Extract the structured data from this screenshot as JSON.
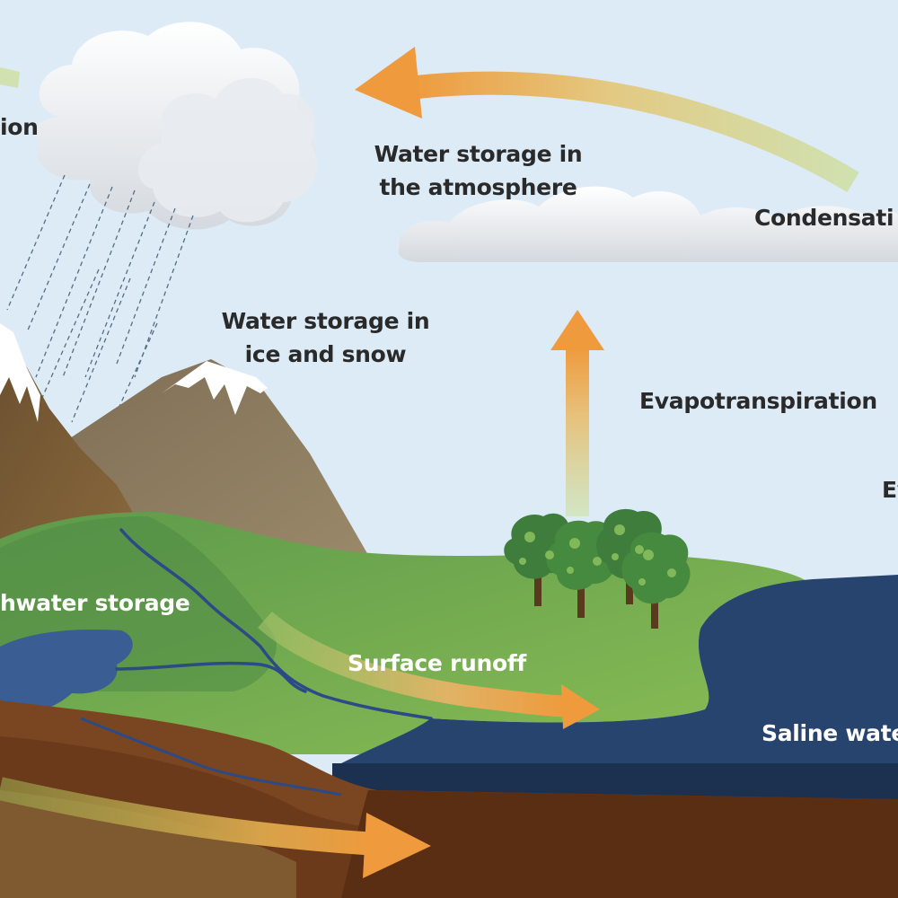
{
  "labels": {
    "precipitation_partial": "ion",
    "atmosphere_line1": "Water storage in",
    "atmosphere_line2": "the atmosphere",
    "condensation_partial": "Condensati",
    "ice_line1": "Water storage in",
    "ice_line2": "ice and snow",
    "evapotranspiration": "Evapotranspiration",
    "evaporation_partial": "Ev",
    "freshwater_partial": "hwater storage",
    "surface_runoff": "Surface runoff",
    "saline_partial": "Saline wate"
  },
  "colors": {
    "sky": "#dcebf6",
    "arrow_orange": "#ef9a3c",
    "arrow_faded": "#cfe0a8",
    "ocean": "#27446f",
    "ocean_deep": "#1c3050",
    "land_green": "#5f9a4a",
    "mountain": "#8a7a5e",
    "soil": "#6b3a1c",
    "snow": "#ffffff"
  }
}
